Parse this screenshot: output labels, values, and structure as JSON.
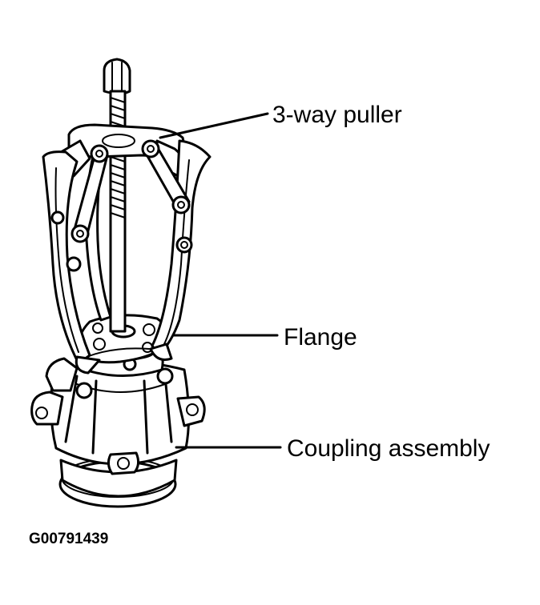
{
  "labels": {
    "puller": "3-way puller",
    "flange": "Flange",
    "coupling": "Coupling assembly"
  },
  "figure_id": "G00791439"
}
